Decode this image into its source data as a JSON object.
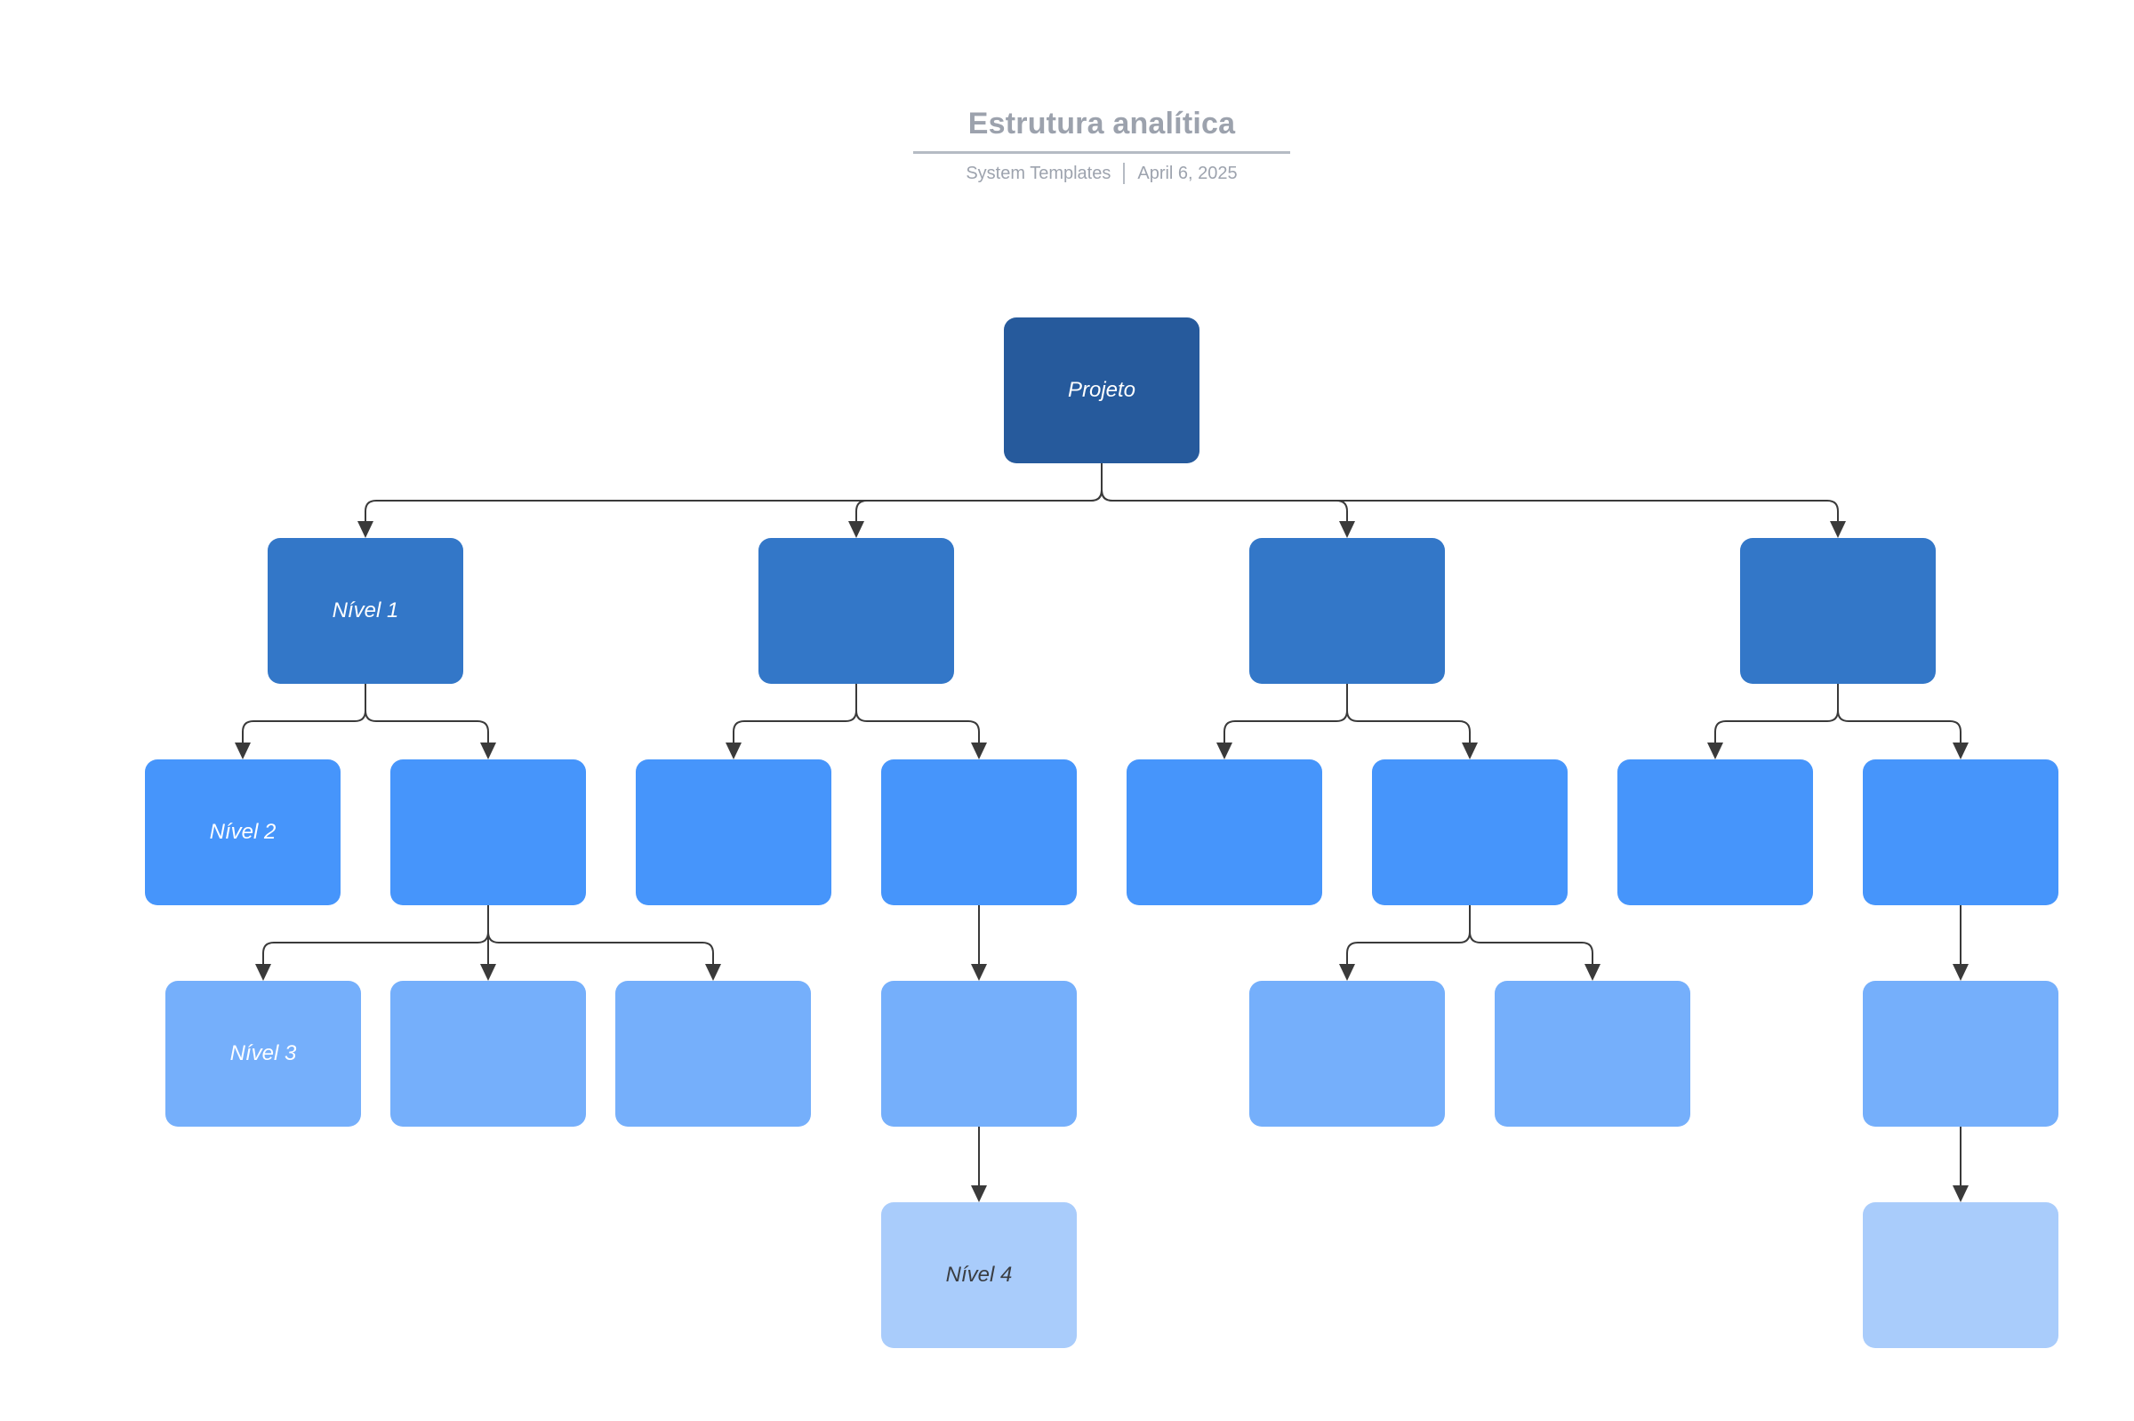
{
  "header": {
    "title": "Estrutura analítica",
    "author": "System Templates",
    "date": "April 6, 2025"
  },
  "nodes": {
    "projeto": {
      "label": "Projeto",
      "level": 0
    },
    "nivel1": {
      "label": "Nível 1",
      "level": 1
    },
    "nivel2": {
      "label": "Nível 2",
      "level": 2
    },
    "nivel3": {
      "label": "Nível 3",
      "level": 3
    },
    "nivel4": {
      "label": "Nível 4",
      "level": 4
    }
  },
  "structure": {
    "type": "work-breakdown-tree",
    "level_counts": {
      "level0": 1,
      "level1": 4,
      "level2": 8,
      "level3": 7,
      "level4": 2
    }
  },
  "colors": {
    "level0": "#265A9C",
    "level1": "#3377C8",
    "level2": "#4695FB",
    "level3": "#75AFFB",
    "level4": "#A9CCFB",
    "connector": "#3A3A3A",
    "label_light": "#FFFFFF",
    "label_dark": "#3A3D42",
    "title": "#9CA2AD",
    "subtitle": "#9DA3AE",
    "divider": "#B5BBC4",
    "canvas_bg": "#FFFFFF"
  }
}
